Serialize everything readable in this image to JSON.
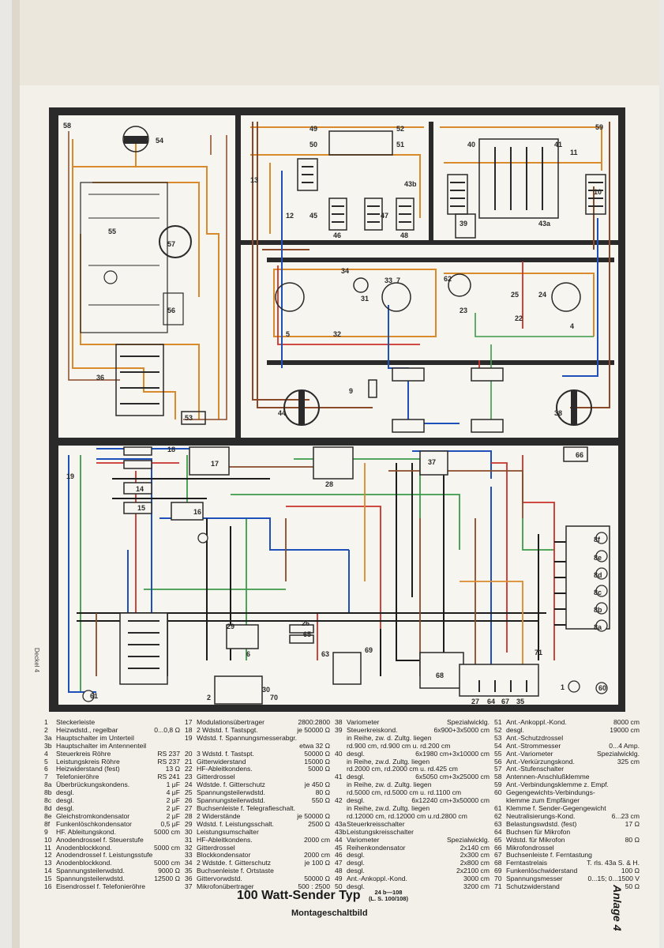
{
  "side_label": "Deckel 4",
  "title": {
    "main": "100 Watt-Sender Typ",
    "type_code_top": "24 b—108",
    "type_code_bottom": "(L. S. 100/108)",
    "subtitle": "Montageschaltbild"
  },
  "annex": "Anlage 4",
  "legend": {
    "columns": [
      [
        {
          "n": "1",
          "t": "Steckerleiste",
          "v": ""
        },
        {
          "n": "2",
          "t": "Heizwdstd., regelbar",
          "v": "0...0,8 Ω"
        },
        {
          "n": "3a",
          "t": "Hauptschalter im Unterteil",
          "v": ""
        },
        {
          "n": "3b",
          "t": "Hauptschalter im Antennenteil",
          "v": ""
        },
        {
          "n": "4",
          "t": "Steuerkreis Röhre",
          "v": "RS 237"
        },
        {
          "n": "5",
          "t": "Leistungskreis Röhre",
          "v": "RS 237"
        },
        {
          "n": "6",
          "t": "Heizwiderstand (fest)",
          "v": "13 Ω"
        },
        {
          "n": "7",
          "t": "Telefonieröhre",
          "v": "RS 241"
        },
        {
          "n": "8a",
          "t": "Überbrückungskondens.",
          "v": "1 μF"
        },
        {
          "n": "8b",
          "t": "desgl.",
          "v": "4 μF"
        },
        {
          "n": "8c",
          "t": "desgl.",
          "v": "2 μF"
        },
        {
          "n": "8d",
          "t": "desgl.",
          "v": "2 μF"
        },
        {
          "n": "8e",
          "t": "Gleichstromkondensator",
          "v": "2 μF"
        },
        {
          "n": "8f",
          "t": "Funkenlöschkondensator",
          "v": "0,5 μF"
        },
        {
          "n": "9",
          "t": "HF. Ableitungskond.",
          "v": "5000 cm"
        },
        {
          "n": "10",
          "t": "Anodendrossel f. Steuerstufe",
          "v": ""
        },
        {
          "n": "11",
          "t": "Anodenblockkond.",
          "v": "5000 cm"
        },
        {
          "n": "12",
          "t": "Anodendrossel f. Leistungsstufe",
          "v": ""
        },
        {
          "n": "13",
          "t": "Anodenblockkond.",
          "v": "5000 cm"
        },
        {
          "n": "14",
          "t": "Spannungsteilerwdstd.",
          "v": "9000 Ω"
        },
        {
          "n": "15",
          "t": "Spannungsteilerwdstd.",
          "v": "12500 Ω"
        },
        {
          "n": "16",
          "t": "Eisendrossel f. Telefonieröhre",
          "v": ""
        }
      ],
      [
        {
          "n": "17",
          "t": "Modulationsübertrager",
          "v": "2800:2800"
        },
        {
          "n": "18",
          "t": "2 Wdstd. f. Tastspgt.",
          "v": "je 50000 Ω"
        },
        {
          "n": "19",
          "t": "Wdstd. f. Spannungsmesserabgr.",
          "v": ""
        },
        {
          "n": "",
          "t": "",
          "v": "etwa 32 Ω"
        },
        {
          "n": "20",
          "t": "3 Wdstd. f. Tastspt.",
          "v": "50000 Ω"
        },
        {
          "n": "21",
          "t": "Gitterwiderstand",
          "v": "15000 Ω"
        },
        {
          "n": "22",
          "t": "HF-Ableitkondens.",
          "v": "5000 Ω"
        },
        {
          "n": "23",
          "t": "Gitterdrossel",
          "v": ""
        },
        {
          "n": "24",
          "t": "Wdstde. f. Gitterschutz",
          "v": "je 450 Ω"
        },
        {
          "n": "25",
          "t": "Spannungsteilerwdstd.",
          "v": "80 Ω"
        },
        {
          "n": "26",
          "t": "Spannungsteilerwdstd.",
          "v": "550 Ω"
        },
        {
          "n": "27",
          "t": "Buchsenleiste f. Telegrafieschalt.",
          "v": ""
        },
        {
          "n": "28",
          "t": "2 Widerstände",
          "v": "je 50000 Ω"
        },
        {
          "n": "29",
          "t": "Wdstd. f. Leistungsschalt.",
          "v": "2500 Ω"
        },
        {
          "n": "30",
          "t": "Leistungsumschalter",
          "v": ""
        },
        {
          "n": "31",
          "t": "HF-Ableitkondens.",
          "v": "2000 cm"
        },
        {
          "n": "32",
          "t": "Gitterdrossel",
          "v": ""
        },
        {
          "n": "33",
          "t": "Blockkondensator",
          "v": "2000 cm"
        },
        {
          "n": "34",
          "t": "2 Wdstde. f. Gitterschutz",
          "v": "je 100 Ω"
        },
        {
          "n": "35",
          "t": "Buchsenleiste f. Ortstaste",
          "v": ""
        },
        {
          "n": "36",
          "t": "Gittervorwdstd.",
          "v": "50000 Ω"
        },
        {
          "n": "37",
          "t": "Mikrofonübertrager",
          "v": "500 : 2500"
        }
      ],
      [
        {
          "n": "38",
          "t": "Variometer",
          "v": "Spezialwicklg."
        },
        {
          "n": "39",
          "t": "Steuerkreiskond.",
          "v": "6x900+3x5000 cm"
        },
        {
          "n": "",
          "t": "in Reihe, zw. d. Zultg. liegen",
          "v": ""
        },
        {
          "n": "",
          "t": "rd.900 cm, rd.900 cm u. rd.200 cm",
          "v": ""
        },
        {
          "n": "40",
          "t": "desgl.",
          "v": "6x1980 cm+3x10000 cm"
        },
        {
          "n": "",
          "t": "in Reihe, zw.d. Zultg. liegen",
          "v": ""
        },
        {
          "n": "",
          "t": "rd.2000 cm, rd.2000 cm u. rd.425 cm",
          "v": ""
        },
        {
          "n": "41",
          "t": "desgl.",
          "v": "6x5050 cm+3x25000 cm"
        },
        {
          "n": "",
          "t": "in Reihe, zw. d. Zultg. liegen",
          "v": ""
        },
        {
          "n": "",
          "t": "rd.5000 cm, rd.5000 cm u. rd.1100 cm",
          "v": ""
        },
        {
          "n": "42",
          "t": "desgl.",
          "v": "6x12240 cm+3x50000 cm"
        },
        {
          "n": "",
          "t": "in Reihe, zw.d. Zultg. liegen",
          "v": ""
        },
        {
          "n": "",
          "t": "rd.12000 cm, rd.12000 cm u.rd.2800 cm",
          "v": ""
        },
        {
          "n": "43a",
          "t": "Steuerkreisschalter",
          "v": ""
        },
        {
          "n": "43b",
          "t": "Leistungskreisschalter",
          "v": ""
        },
        {
          "n": "44",
          "t": "Variometer",
          "v": "Spezialwicklg."
        },
        {
          "n": "45",
          "t": "Reihenkondensator",
          "v": "2x140 cm"
        },
        {
          "n": "46",
          "t": "desgl.",
          "v": "2x300 cm"
        },
        {
          "n": "47",
          "t": "desgl.",
          "v": "2x800 cm"
        },
        {
          "n": "48",
          "t": "desgl.",
          "v": "2x2100 cm"
        },
        {
          "n": "49",
          "t": "Ant.-Ankoppl.-Kond.",
          "v": "3000 cm"
        },
        {
          "n": "50",
          "t": "desgl.",
          "v": "3200 cm"
        }
      ],
      [
        {
          "n": "51",
          "t": "Ant.-Ankoppl.-Kond.",
          "v": "8000 cm"
        },
        {
          "n": "52",
          "t": "desgl.",
          "v": "19000 cm"
        },
        {
          "n": "53",
          "t": "Ant.-Schutzdrossel",
          "v": ""
        },
        {
          "n": "54",
          "t": "Ant.-Strommesser",
          "v": "0...4 Amp."
        },
        {
          "n": "55",
          "t": "Ant.-Variometer",
          "v": "Spezialwicklg."
        },
        {
          "n": "56",
          "t": "Ant.-Verkürzungskond.",
          "v": "325 cm"
        },
        {
          "n": "57",
          "t": "Ant.-Stufenschalter",
          "v": ""
        },
        {
          "n": "58",
          "t": "Antennen-Anschlußklemme",
          "v": ""
        },
        {
          "n": "59",
          "t": "Ant.-Verbindungsklemme z. Empf.",
          "v": ""
        },
        {
          "n": "60",
          "t": "Gegengewichts-Verbindungs-",
          "v": ""
        },
        {
          "n": "",
          "t": "klemme zum Empfänger",
          "v": ""
        },
        {
          "n": "61",
          "t": "Klemme f. Sender-Gegengewicht",
          "v": ""
        },
        {
          "n": "62",
          "t": "Neutralisierungs-Kond.",
          "v": "6...23 cm"
        },
        {
          "n": "63",
          "t": "Belastungswdstd. (fest)",
          "v": "17 Ω"
        },
        {
          "n": "64",
          "t": "Buchsen für Mikrofon",
          "v": ""
        },
        {
          "n": "65",
          "t": "Wdstd. für Mikrofon",
          "v": "80 Ω"
        },
        {
          "n": "66",
          "t": "Mikrofondrossel",
          "v": ""
        },
        {
          "n": "67",
          "t": "Buchsenleiste f. Ferntastung",
          "v": ""
        },
        {
          "n": "68",
          "t": "Ferntastrelais",
          "v": "T. rls. 43a S. & H."
        },
        {
          "n": "69",
          "t": "Funkenlöschwiderstand",
          "v": "100 Ω"
        },
        {
          "n": "70",
          "t": "Spannungsmesser",
          "v": "0...15; 0...1500 V"
        },
        {
          "n": "71",
          "t": "Schutzwiderstand",
          "v": "50 Ω"
        }
      ]
    ]
  },
  "diagram_labels": {
    "top_left": [
      "58",
      "54",
      "57",
      "55",
      "56",
      "36",
      "53"
    ],
    "top_middle": [
      "49",
      "52",
      "50",
      "51",
      "13",
      "12",
      "45",
      "46",
      "43b",
      "48",
      "47",
      "11",
      "34",
      "33",
      "31",
      "7",
      "62",
      "25",
      "23",
      "24",
      "5",
      "32",
      "22",
      "4",
      "9",
      "44"
    ],
    "top_right": [
      "59",
      "40",
      "41",
      "11",
      "10",
      "39",
      "43a",
      "38"
    ],
    "bottom": [
      "18",
      "17",
      "19",
      "28",
      "37",
      "66",
      "14",
      "15",
      "16",
      "8f",
      "8e",
      "8d",
      "8c",
      "8b",
      "8a",
      "29",
      "26",
      "65",
      "69",
      "63",
      "6",
      "68",
      "30",
      "2",
      "70",
      "61",
      "71",
      "1",
      "60",
      "27",
      "64",
      "67",
      "35"
    ]
  },
  "wire_colors": {
    "orange": "#d98a2c",
    "brown": "#8a4a2a",
    "red": "#c8322b",
    "blue": "#1f4fb8",
    "green": "#3c9a4a",
    "black": "#1d1d1d",
    "panel": "#f7f5ef",
    "frame": "#2a2a2a"
  }
}
